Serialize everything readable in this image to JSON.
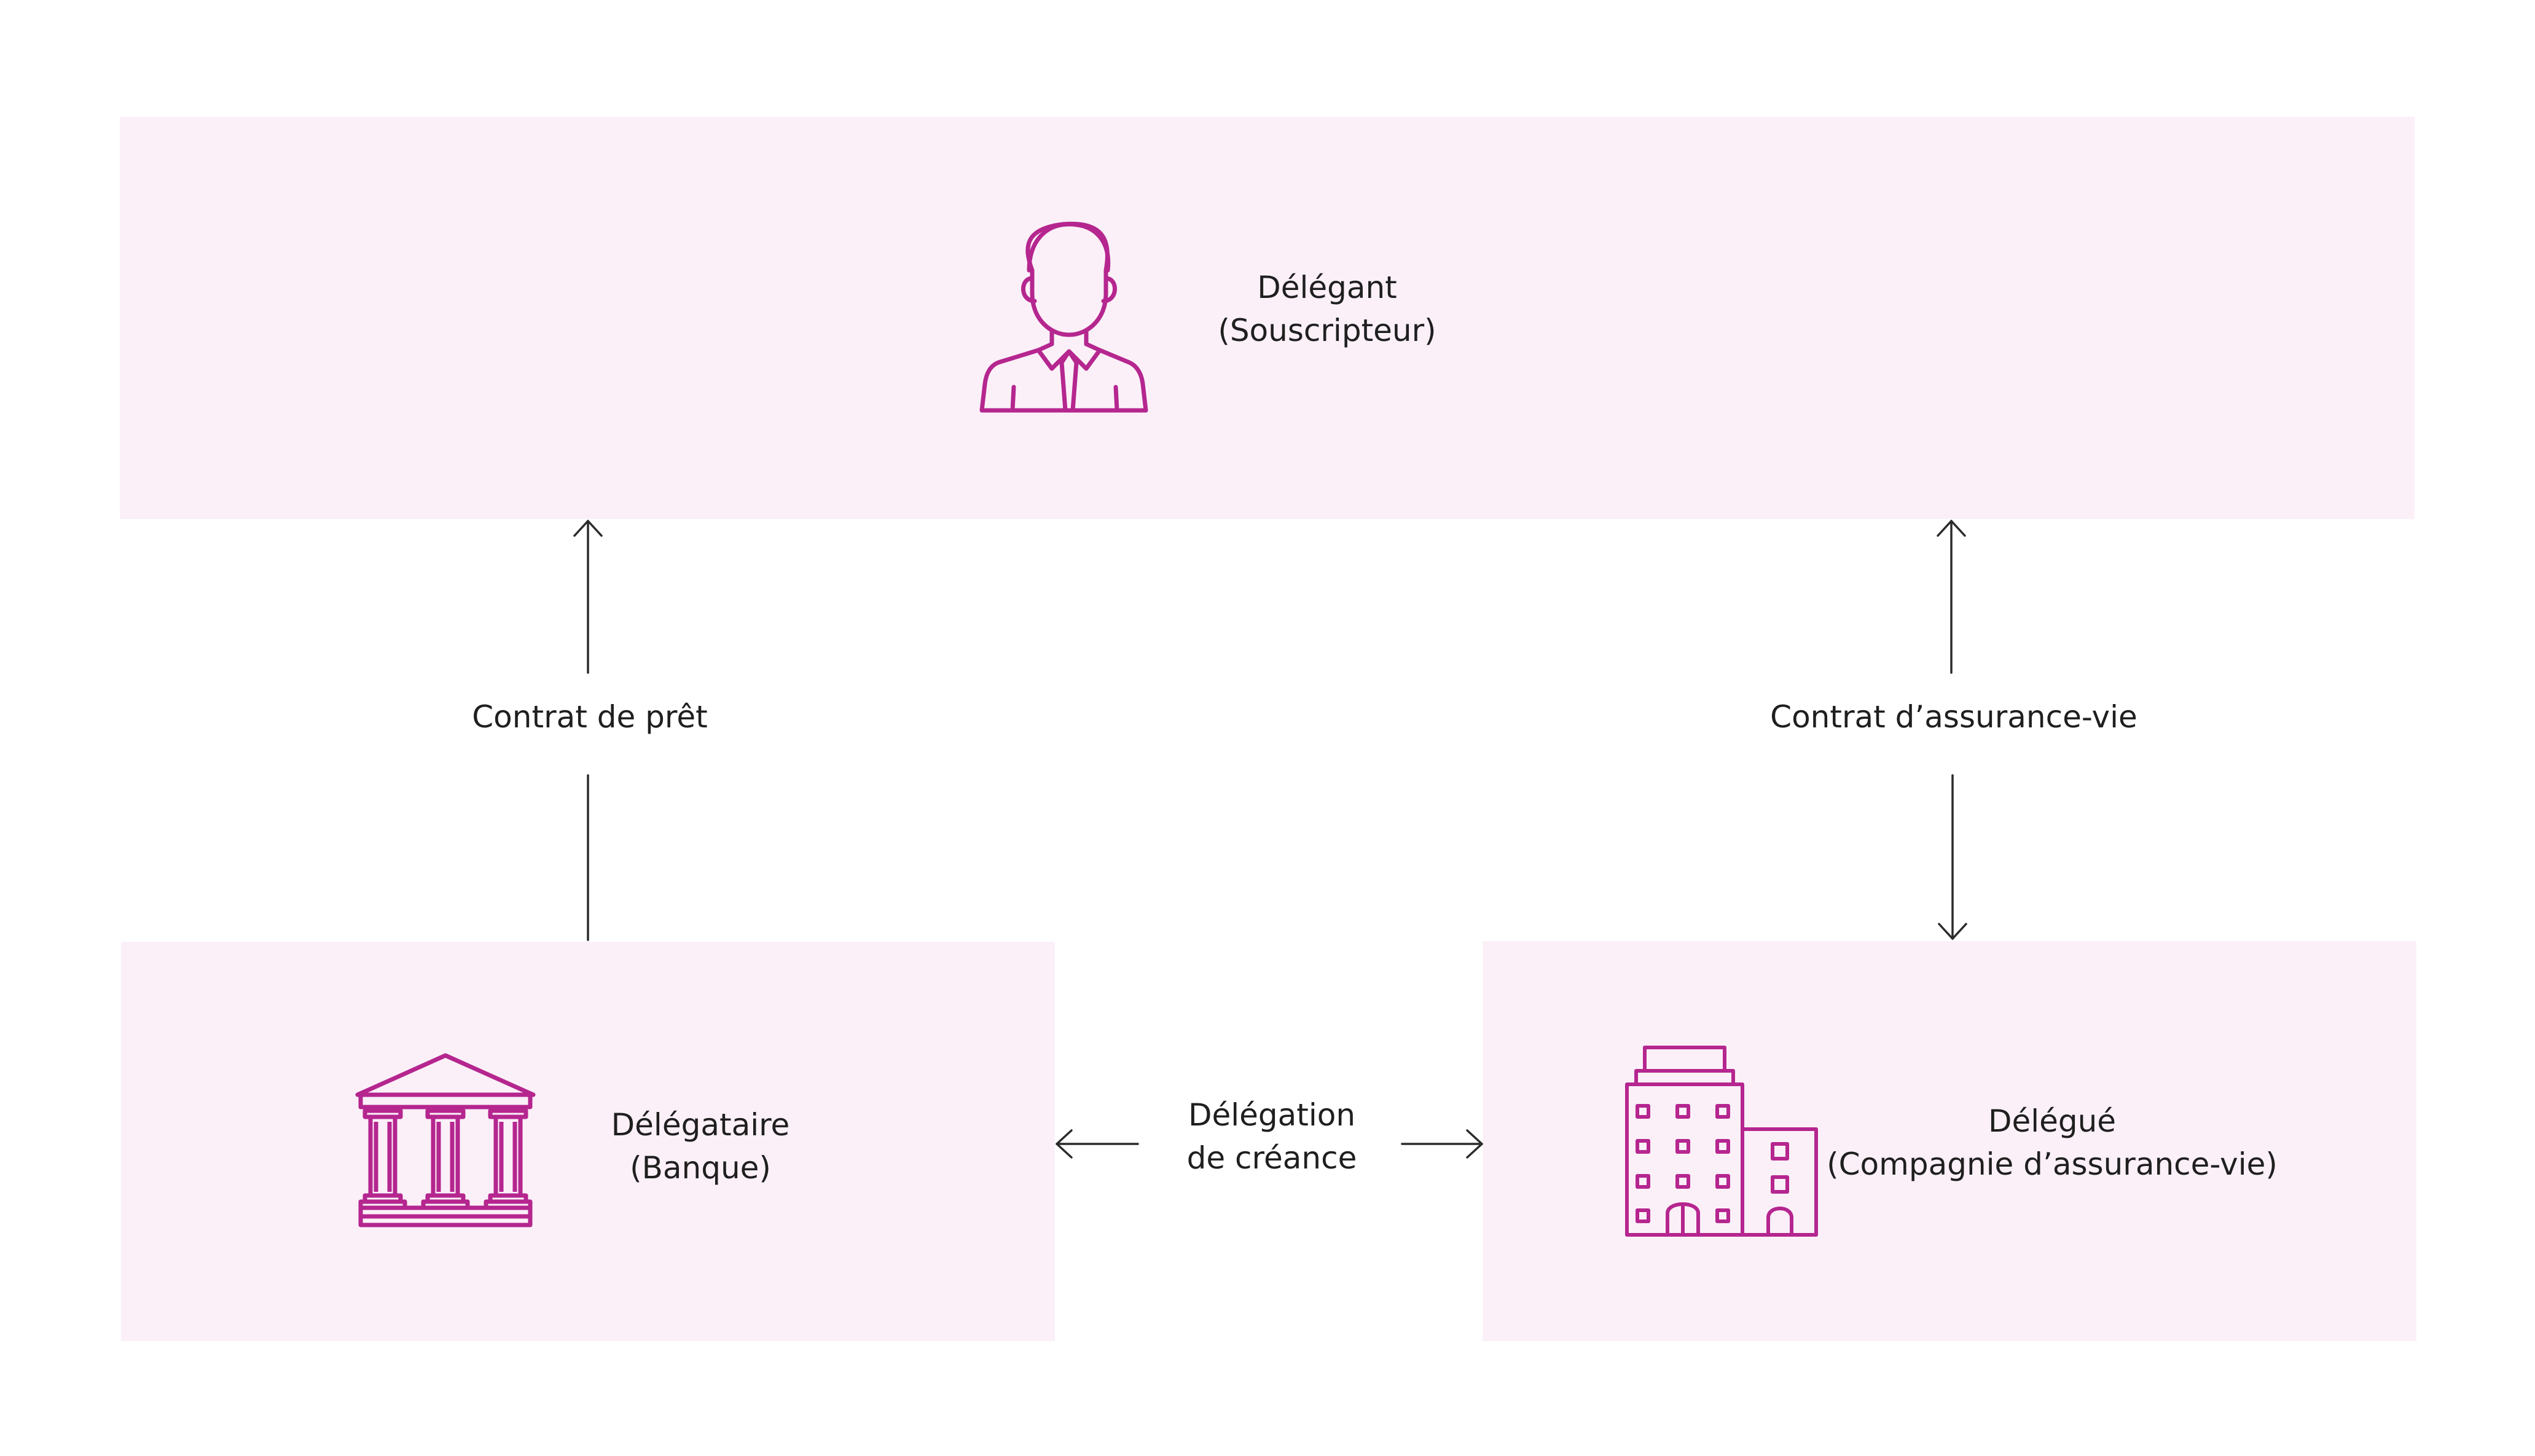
{
  "accent_color": "#b5268f",
  "box_color": "#fbf0f8",
  "nodes": {
    "delegant": {
      "line1": "Délégant",
      "line2": "(Souscripteur)",
      "icon": "person-icon"
    },
    "delegataire": {
      "line1": "Délégataire",
      "line2": "(Banque)",
      "icon": "bank-icon"
    },
    "delegue": {
      "line1": "Délégué",
      "line2": "(Compagnie d’assurance-vie)",
      "icon": "office-building-icon"
    }
  },
  "edges": {
    "pret": {
      "label": "Contrat de prêt"
    },
    "assurance": {
      "label": "Contrat d’assurance-vie"
    },
    "delegation": {
      "line1": "Délégation",
      "line2": "de créance"
    }
  }
}
